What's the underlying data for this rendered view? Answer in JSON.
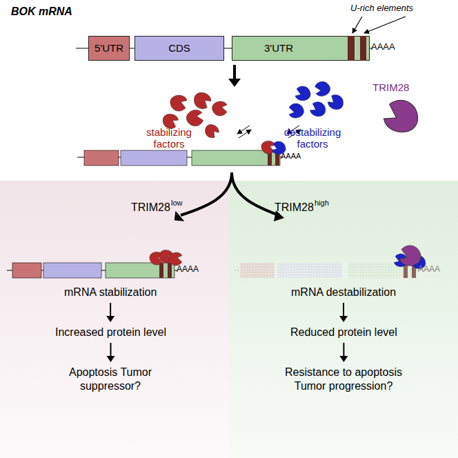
{
  "diagram": {
    "nodes": [
      {
        "text": [
          "5'UTR"
        ]
      },
      {
        "text": [
          "CDS"
        ]
      },
      {
        "text": [
          "3'UTR"
        ]
      },
      {
        "text": [
          "mRNA stabilization"
        ]
      },
      {
        "text": [
          "Increased protein level"
        ]
      },
      {
        "text": [
          "Apoptosis Tumor suppressor?"
        ]
      },
      {
        "text": [
          "mRNA destabilization"
        ]
      },
      {
        "text": [
          "Reduced protein level"
        ]
      },
      {
        "text": [
          "Resistance to apoptosis Tumor progression?"
        ]
      }
    ],
    "edges": [
      {
        "from": 3,
        "to": 4,
        "arrow": "to"
      },
      {
        "from": 4,
        "to": 5,
        "arrow": "to"
      },
      {
        "from": 6,
        "to": 7,
        "arrow": "to"
      },
      {
        "from": 7,
        "to": 8,
        "arrow": "to"
      }
    ],
    "labels": [
      "BOK mRNA",
      "U-rich elements",
      "AAAA",
      "stabilizing factors",
      "destabilizing factors",
      "TRIM28",
      "AAAA",
      "TRIM28",
      "low",
      "TRIM28",
      "high",
      "AAAA",
      "AAAA"
    ]
  }
}
